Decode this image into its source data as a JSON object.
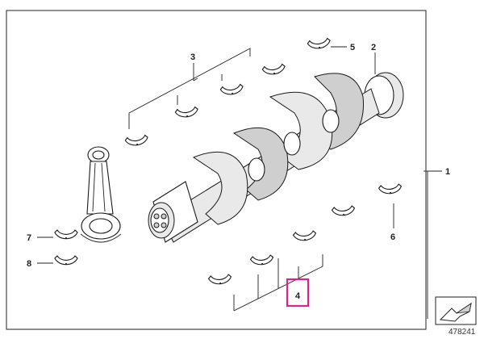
{
  "diagram": {
    "callouts": [
      {
        "id": "c1",
        "label": "1"
      },
      {
        "id": "c2",
        "label": "2"
      },
      {
        "id": "c3",
        "label": "3"
      },
      {
        "id": "c4",
        "label": "4"
      },
      {
        "id": "c5",
        "label": "5"
      },
      {
        "id": "c6",
        "label": "6"
      },
      {
        "id": "c7",
        "label": "7"
      },
      {
        "id": "c8",
        "label": "8"
      }
    ],
    "highlight": {
      "label": "4",
      "color": "#e0218a"
    },
    "doc_number": "478241"
  },
  "colors": {
    "line": "#1a1a1a",
    "highlight": "#e0218a",
    "shade": "#e9e9e9"
  },
  "icons": {
    "corner_symbol": "arrow-icon"
  }
}
